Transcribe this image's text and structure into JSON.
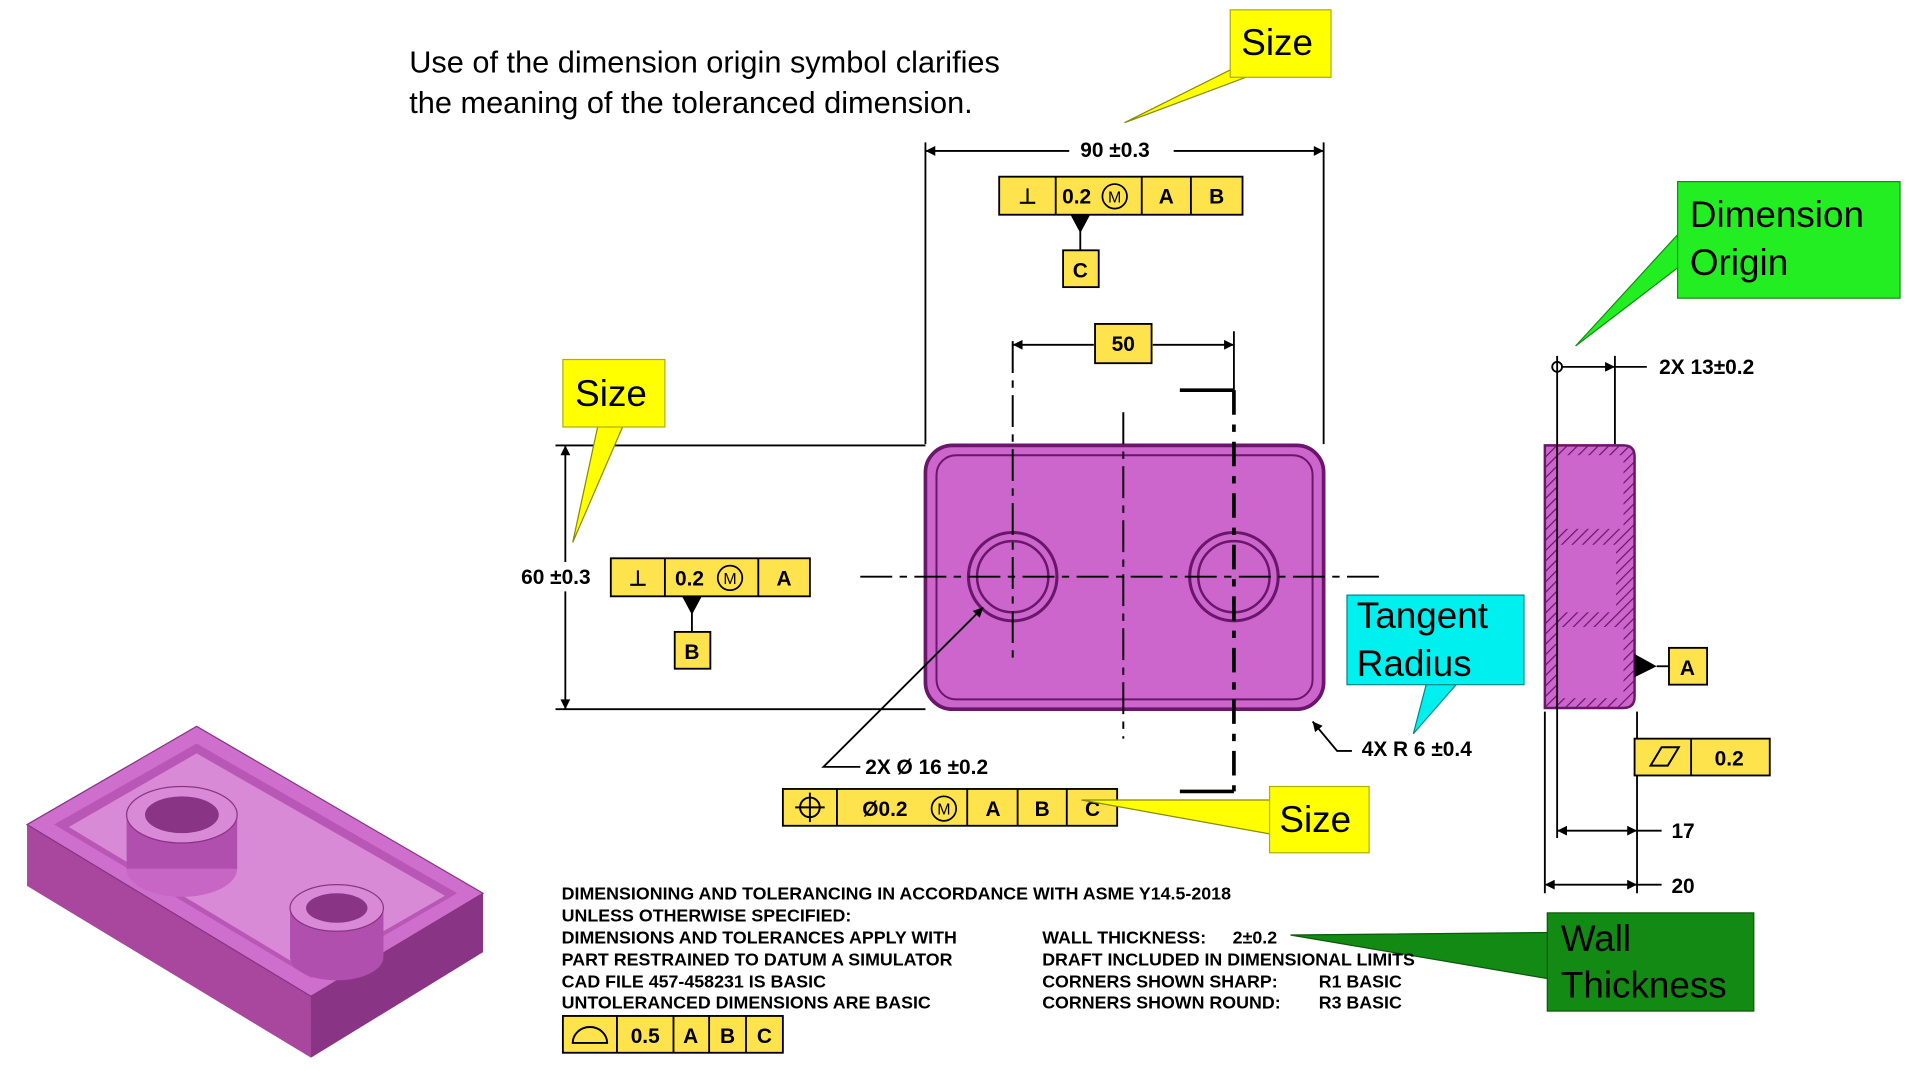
{
  "intro": {
    "line1": "Use of the dimension origin symbol clarifies",
    "line2": "the meaning of the toleranced dimension."
  },
  "callouts": {
    "size_top": "Size",
    "size_left": "Size",
    "size_bottom": "Size",
    "dimension_origin_line1": "Dimension",
    "dimension_origin_line2": "Origin",
    "tangent_radius_line1": "Tangent",
    "tangent_radius_line2": "Radius",
    "wall_thickness_line1": "Wall",
    "wall_thickness_line2": "Thickness"
  },
  "dimensions": {
    "width": "90 ±0.3",
    "hole_spacing": "50",
    "height": "60 ±0.3",
    "holes": "2X Ø 16 ±0.2",
    "radius": "4X R 6 ±0.4",
    "boss_height": "2X 13±0.2",
    "inner_depth": "17",
    "overall_depth": "20"
  },
  "fcf_top": {
    "symbol": "⊥",
    "tol": "0.2",
    "mod": "M",
    "d1": "A",
    "d2": "B",
    "datum_feature": "C"
  },
  "fcf_left": {
    "symbol": "⊥",
    "tol": "0.2",
    "mod": "M",
    "d1": "A",
    "datum_feature": "B"
  },
  "fcf_position": {
    "symbol": "⌖",
    "tol": "Ø0.2",
    "mod": "M",
    "d1": "A",
    "d2": "B",
    "d3": "C"
  },
  "fcf_flatness": {
    "symbol": "▱",
    "tol": "0.2"
  },
  "datum_a": "A",
  "fcf_profile": {
    "symbol": "⌓",
    "tol": "0.5",
    "d1": "A",
    "d2": "B",
    "d3": "C"
  },
  "notes_left": [
    "DIMENSIONING AND TOLERANCING IN ACCORDANCE WITH ASME Y14.5-2018",
    "UNLESS OTHERWISE SPECIFIED:",
    "DIMENSIONS AND TOLERANCES APPLY WITH",
    "PART RESTRAINED TO DATUM A SIMULATOR",
    "CAD FILE 457-458231 IS BASIC",
    "UNTOLERANCED DIMENSIONS ARE BASIC"
  ],
  "notes_right": [
    {
      "label": "WALL THICKNESS:",
      "value": "2±0.2"
    },
    {
      "label": "DRAFT INCLUDED IN DIMENSIONAL LIMITS",
      "value": ""
    },
    {
      "label": "CORNERS SHOWN SHARP:",
      "value": "R1 BASIC"
    },
    {
      "label": "CORNERS SHOWN ROUND:",
      "value": "R3 BASIC"
    }
  ],
  "colors": {
    "part": "#cc66cc",
    "part_edge": "#8a1f8a",
    "callout_yellow": "#ffff00",
    "fcf_yellow": "#ffe34d",
    "callout_green_light": "#22ee22",
    "callout_green_dark": "#138a13",
    "callout_cyan": "#00f0f0"
  }
}
